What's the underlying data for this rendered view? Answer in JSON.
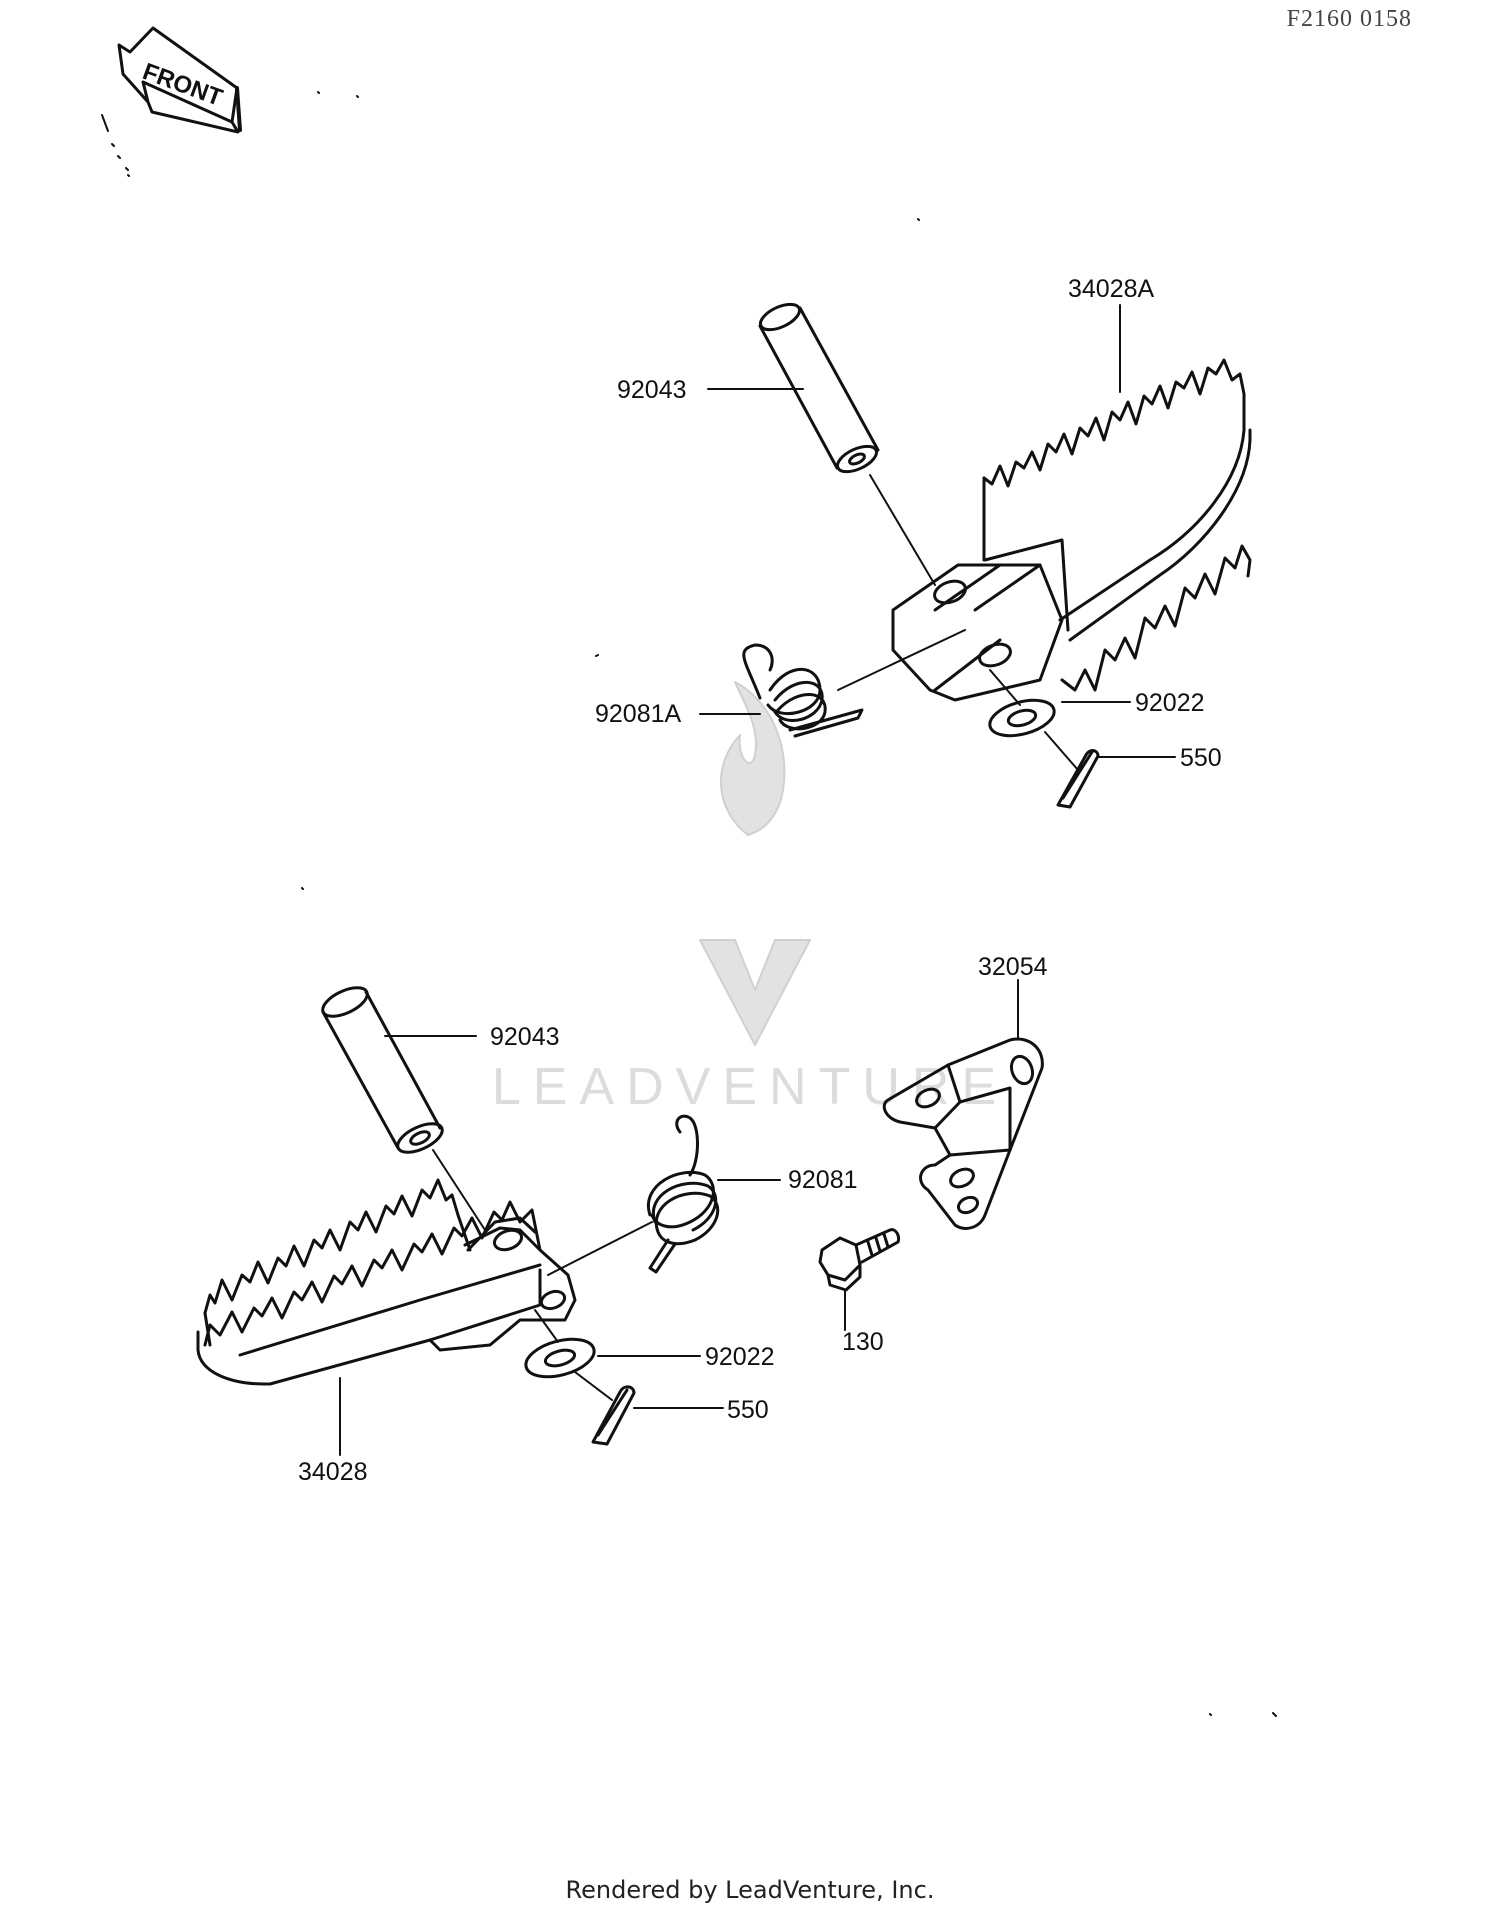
{
  "diagram_code": "F2160 0158",
  "front_label": "FRONT",
  "watermark": "LEADVENTURE",
  "footer": "Rendered by LeadVenture, Inc.",
  "callouts": {
    "upper": {
      "footpeg": "34028A",
      "pin": "92043",
      "spring": "92081A",
      "washer": "92022",
      "cotter_pin": "550"
    },
    "lower": {
      "pin": "92043",
      "footpeg": "34028",
      "spring": "92081",
      "washer": "92022",
      "cotter_pin": "550",
      "bracket": "32054",
      "bolt": "130"
    }
  },
  "colors": {
    "line": "#111111",
    "watermark": "#d0d0d0"
  }
}
